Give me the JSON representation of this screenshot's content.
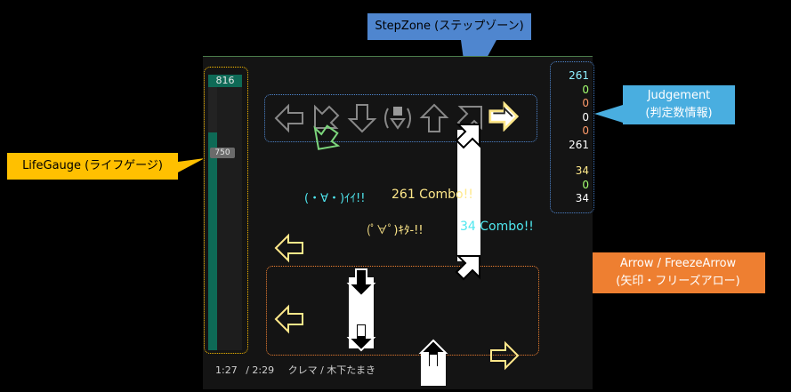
{
  "callouts": {
    "stepzone": "StepZone (ステップゾーン)",
    "judgement_title": "Judgement",
    "judgement_sub": "(判定数情報)",
    "lifegauge": "LifeGauge (ライフゲージ)",
    "arrow_title": "Arrow / FreezeArrow",
    "arrow_sub": "(矢印・フリーズアロー)"
  },
  "life": {
    "value_top": "816",
    "value_marker": "750",
    "fill_fraction": 0.79,
    "marker_fraction": 0.735
  },
  "judgement": {
    "counts": [
      "261",
      "0",
      "0",
      "0",
      "0",
      "261"
    ],
    "freeze_counts": [
      "34",
      "0",
      "34"
    ],
    "colors": [
      "#8ff0ff",
      "#a4ff6f",
      "#ff9a6a",
      "#ffffff",
      "#ff9a6a",
      "#ffffff"
    ],
    "freeze_colors": [
      "#ffe88a",
      "#a4ff6f",
      "#ffffff"
    ]
  },
  "combo": {
    "arrow_judge": "(・∀・)ｲｲ!!",
    "arrow_combo": "261 Combo!!",
    "freeze_judge": "(ﾟ∀ﾟ)ｷﾀ-!!",
    "freeze_combo": "34 Combo!!"
  },
  "song": {
    "elapsed": "1:27",
    "total": "/ 2:29",
    "title": "クレマ / 木下たまき"
  },
  "colors": {
    "callout_blue": "#4f86cf",
    "callout_cyan": "#49aee0",
    "callout_yellow": "#ffc000",
    "callout_orange": "#ee7f31",
    "gauge_fill": "#0e6a56",
    "combo_cyan": "#4fe7ef",
    "combo_yellow": "#ffe88a"
  }
}
